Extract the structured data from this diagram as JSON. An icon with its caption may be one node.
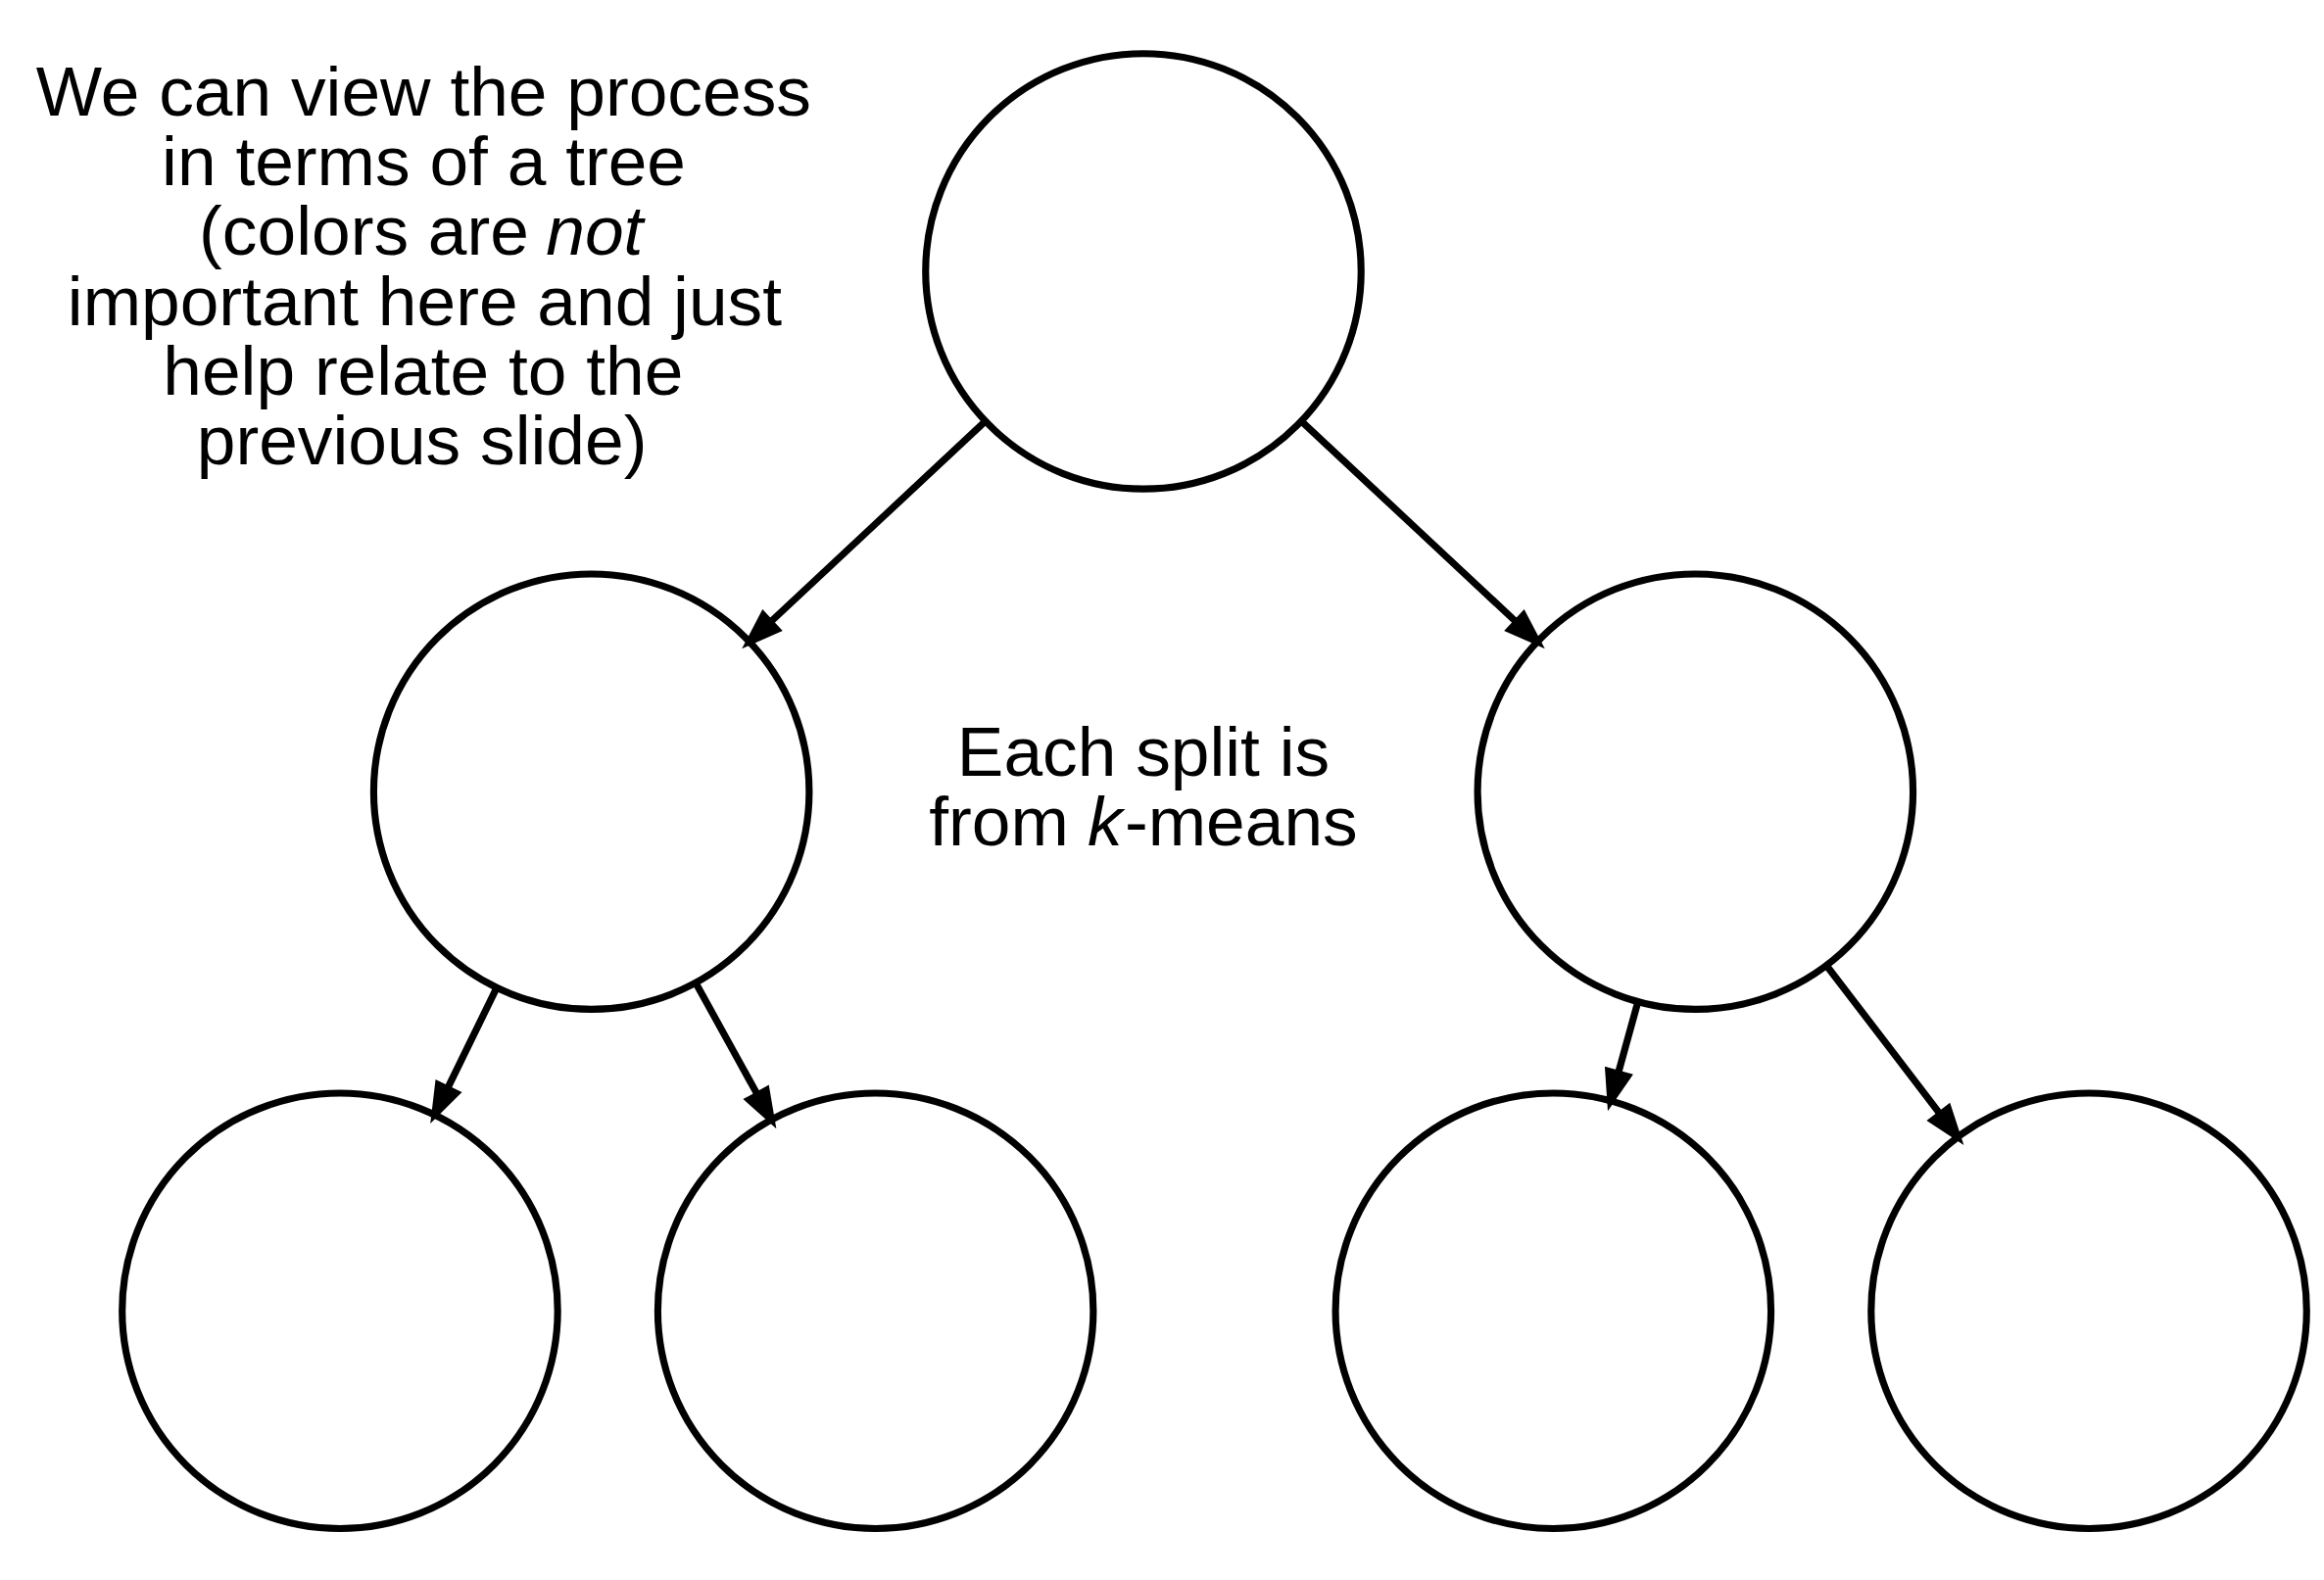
{
  "diagram": {
    "nodes": [
      {
        "text": [],
        "shape": "circle"
      },
      {
        "text": [],
        "shape": "circle"
      },
      {
        "text": [],
        "shape": "circle"
      },
      {
        "text": [],
        "shape": "circle"
      },
      {
        "text": [],
        "shape": "circle"
      },
      {
        "text": [],
        "shape": "circle"
      },
      {
        "text": [],
        "shape": "circle"
      }
    ],
    "edges": [
      {
        "from": 0,
        "to": 1,
        "arrow": "to"
      },
      {
        "from": 0,
        "to": 2,
        "arrow": "to"
      },
      {
        "from": 1,
        "to": 3,
        "arrow": "to"
      },
      {
        "from": 1,
        "to": 4,
        "arrow": "to"
      },
      {
        "from": 2,
        "to": 5,
        "arrow": "to"
      },
      {
        "from": 2,
        "to": 6,
        "arrow": "to"
      }
    ],
    "labels": [
      "We can view the process in terms of a tree (colors are *not* important here and just help relate to the previous slide)",
      "Each split is from *k*-means"
    ]
  }
}
